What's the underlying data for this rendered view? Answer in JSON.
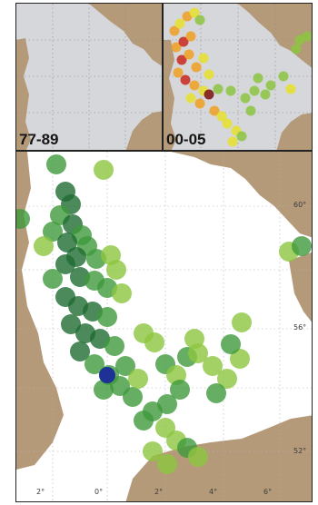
{
  "panels": {
    "top_left": {
      "label": "77-89"
    },
    "top_right": {
      "label": "00-05"
    },
    "main": {
      "lon_ticks": [
        "2°",
        "0°",
        "2°",
        "4°",
        "6°"
      ],
      "lat_ticks": [
        "60°",
        "56°",
        "52°"
      ]
    }
  },
  "colors": {
    "land": "#b59a7a",
    "sea_old": "#d4d5d8",
    "sea_main": "#ffffff",
    "dark_green": "#1f6b32",
    "mid_green": "#3f9a3c",
    "light_green": "#8cc63f",
    "yellow": "#e6e02a",
    "orange": "#f0a020",
    "red": "#c8281c",
    "dark_red": "#7a1010",
    "blue": "#1a2a9a"
  }
}
